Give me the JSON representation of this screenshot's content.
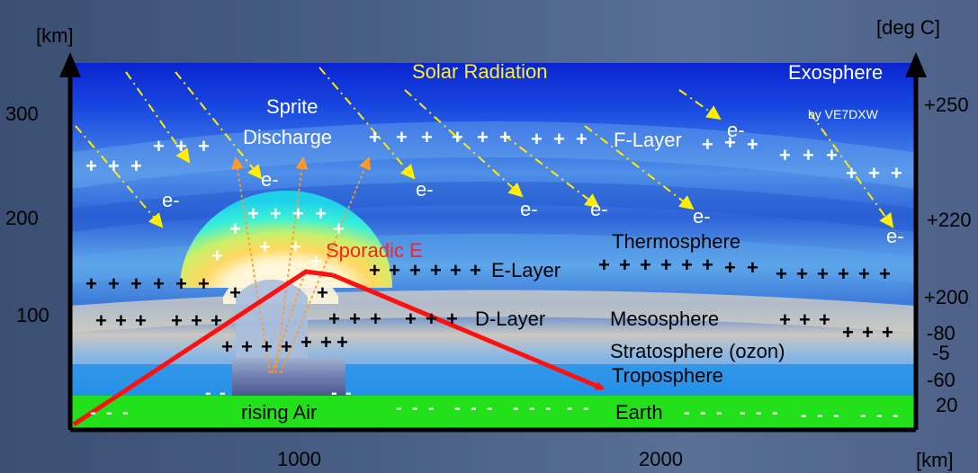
{
  "axes": {
    "y_left_unit": "[km]",
    "y_right_unit": "[deg C]",
    "x_unit": "[km]",
    "y_ticks": [
      "300",
      "200",
      "100"
    ],
    "x_ticks": [
      "1000",
      "2000"
    ],
    "temp_ticks": [
      "+250",
      "+220",
      "+200",
      "-80",
      "-5",
      "-60",
      "20"
    ]
  },
  "labels": {
    "solar": "Solar  Radiation",
    "exosphere": "Exosphere",
    "credit": "by VE7DXW",
    "sprite": "Sprite",
    "discharge": "Discharge",
    "f_layer": "F-Layer",
    "thermosphere": "Thermosphere",
    "sporadic": "Sporadic E",
    "e_layer": "E-Layer",
    "d_layer": "D-Layer",
    "mesosphere": "Mesosphere",
    "stratosphere": "Stratosphere (ozon)",
    "troposphere": "Troposphere",
    "rising_air": "rising Air",
    "earth": "Earth"
  },
  "colors": {
    "space": "#0a2bd6",
    "earth": "#22e01a",
    "radio_path": "#ff1010",
    "sporadic_text": "#ff2020",
    "solar_ray": "#ffee00",
    "sprite_arrow": "#ff9a2a"
  },
  "ions": {
    "plus": "+",
    "minus": "-",
    "electron": "e-"
  }
}
